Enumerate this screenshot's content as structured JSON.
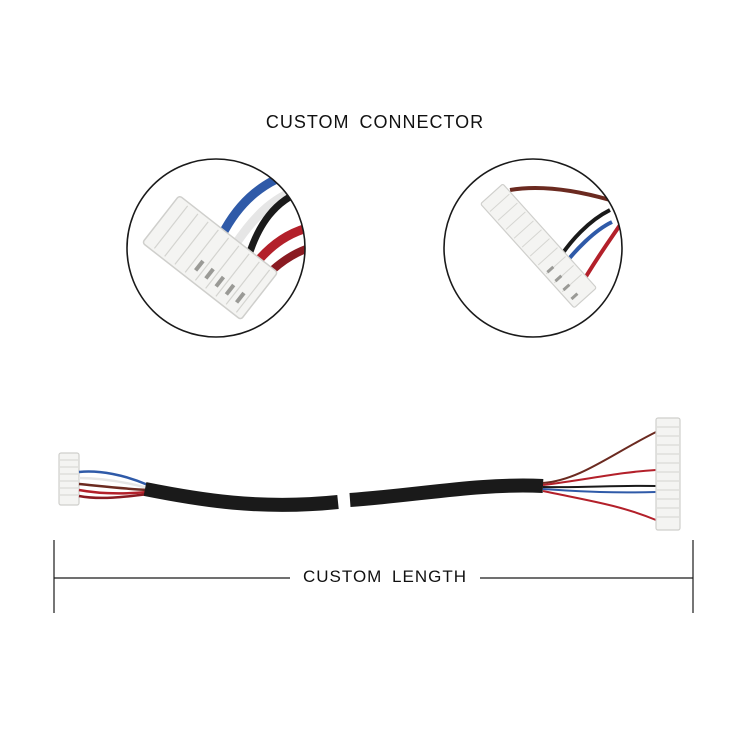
{
  "heading": "CUSTOM CONNECTOR",
  "dimension_label": "CUSTOM LENGTH",
  "colors": {
    "cable_jacket": "#1a1a1a",
    "connector_housing": "#f4f4f2",
    "wire_red": "#b3202a",
    "wire_blue": "#2f5aa8",
    "wire_brown": "#6b2a20",
    "wire_white": "#e9e9e9"
  },
  "icons": [
    "left-connector-closeup",
    "right-connector-closeup",
    "cable-assembly",
    "length-dimension-line"
  ]
}
